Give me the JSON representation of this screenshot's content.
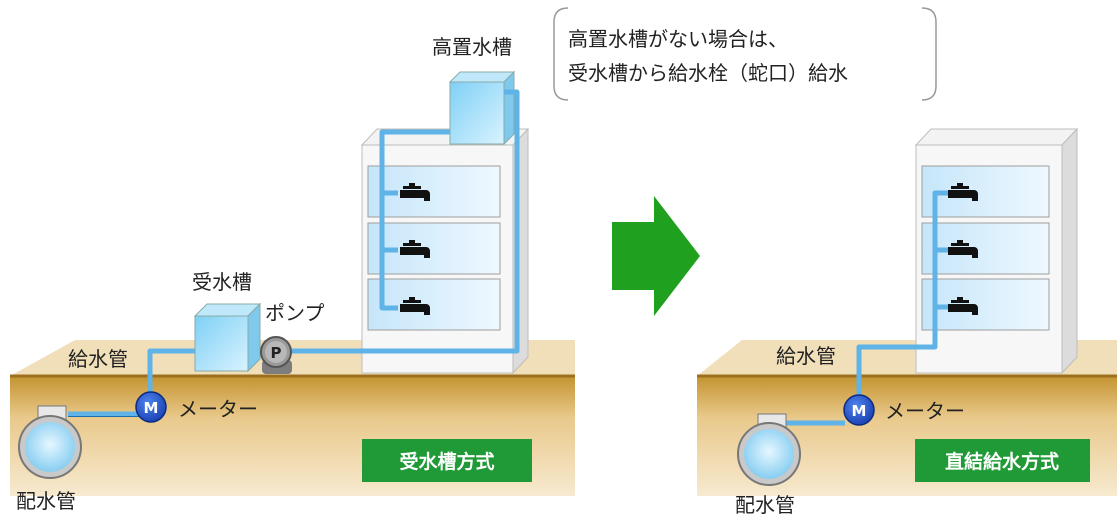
{
  "colors": {
    "pipe": "#6fb8e8",
    "ground_top": "#b8862a",
    "ground_fill": "#e8c88a",
    "badge_green": "#1f9a36",
    "arrow_green": "#1fa11f",
    "meter_blue": "#1f4fc8",
    "pump_gray": "#8a8a8a"
  },
  "left": {
    "high_tank_label": "高置水槽",
    "receiving_tank_label": "受水槽",
    "pump_label": "ポンプ",
    "pump_symbol": "P",
    "supply_pipe_label": "給水管",
    "meter_symbol": "M",
    "meter_label": "メーター",
    "main_pipe_label": "配水管",
    "method_label": "受水槽方式"
  },
  "right": {
    "supply_pipe_label": "給水管",
    "meter_symbol": "M",
    "meter_label": "メーター",
    "main_pipe_label": "配水管",
    "method_label": "直結給水方式"
  },
  "callout": {
    "line1": "高置水槽がない場合は、",
    "line2": "受水槽から給水栓（蛇口）給水"
  },
  "icons": {
    "faucet": "faucet-icon",
    "arrow": "arrow-right-icon"
  }
}
